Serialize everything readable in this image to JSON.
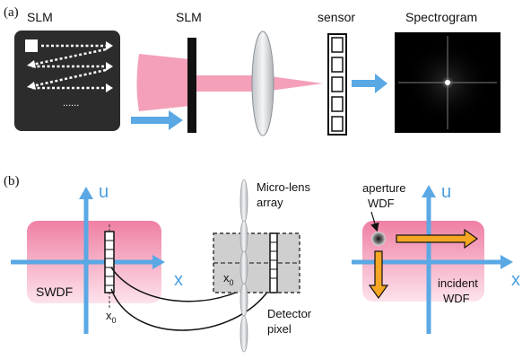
{
  "colors": {
    "pink": "#f28fae",
    "pink_light": "#ffe0ea",
    "blue": "#5aa8e4",
    "orange": "#f5a623",
    "gray": "#cfcfcf",
    "dark": "#111111"
  },
  "panel_a": {
    "label": "(a)",
    "slm_screen_title": "SLM",
    "slm_device_title": "SLM",
    "sensor_title": "sensor",
    "spectrogram_title": "Spectrogram",
    "ellipsis": "......"
  },
  "panel_b": {
    "label": "(b)",
    "axis_u": "u",
    "axis_x": "x",
    "axis_u_right": "u",
    "axis_x_right": "x",
    "swdf_label": "SWDF",
    "x0_label": "x",
    "x0_sub": "0",
    "x0_inner_label": "x",
    "x0_inner_sub": "0",
    "microlens_line1": "Micro-lens",
    "microlens_line2": "array",
    "detector_line1": "Detector",
    "detector_line2": "pixel",
    "aperture_line1": "aperture",
    "aperture_line2": "WDF",
    "incident_line1": "incident",
    "incident_line2": "WDF"
  }
}
